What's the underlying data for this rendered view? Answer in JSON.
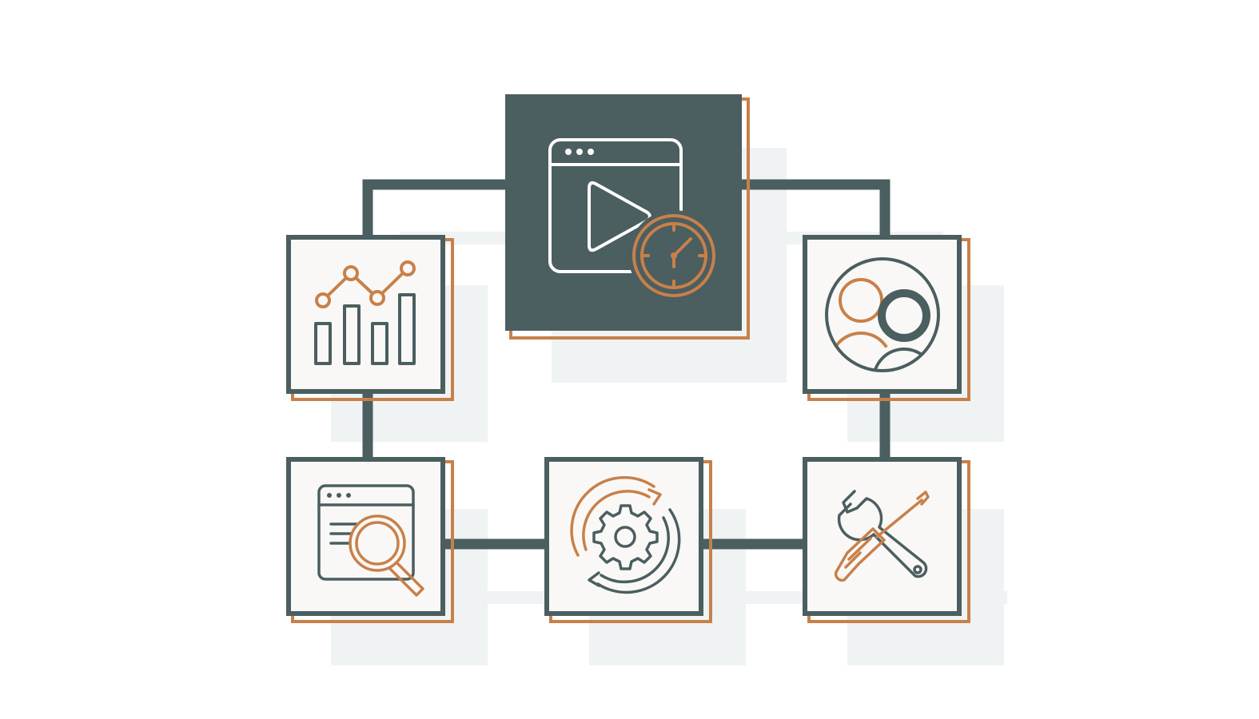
{
  "colors": {
    "background": "#ffffff",
    "primary": "#4b5e60",
    "accent": "#c8804a",
    "tile_fill": "#f9f8f6",
    "shadow": "#e4eaea",
    "featured_icon_stroke": "#ffffff"
  },
  "nodes": [
    {
      "id": "video-performance",
      "icon": "browser-play-timer-icon",
      "featured": true
    },
    {
      "id": "analytics",
      "icon": "bar-line-chart-icon",
      "featured": false
    },
    {
      "id": "audience",
      "icon": "users-circle-icon",
      "featured": false
    },
    {
      "id": "web-inspection",
      "icon": "browser-magnifier-icon",
      "featured": false
    },
    {
      "id": "processing",
      "icon": "gear-cycle-icon",
      "featured": false
    },
    {
      "id": "maintenance",
      "icon": "wrench-screwdriver-icon",
      "featured": false
    }
  ],
  "connections": [
    {
      "from": "video-performance",
      "to": "analytics"
    },
    {
      "from": "video-performance",
      "to": "audience"
    },
    {
      "from": "analytics",
      "to": "web-inspection"
    },
    {
      "from": "audience",
      "to": "maintenance"
    },
    {
      "from": "web-inspection",
      "to": "processing"
    },
    {
      "from": "processing",
      "to": "maintenance"
    }
  ]
}
